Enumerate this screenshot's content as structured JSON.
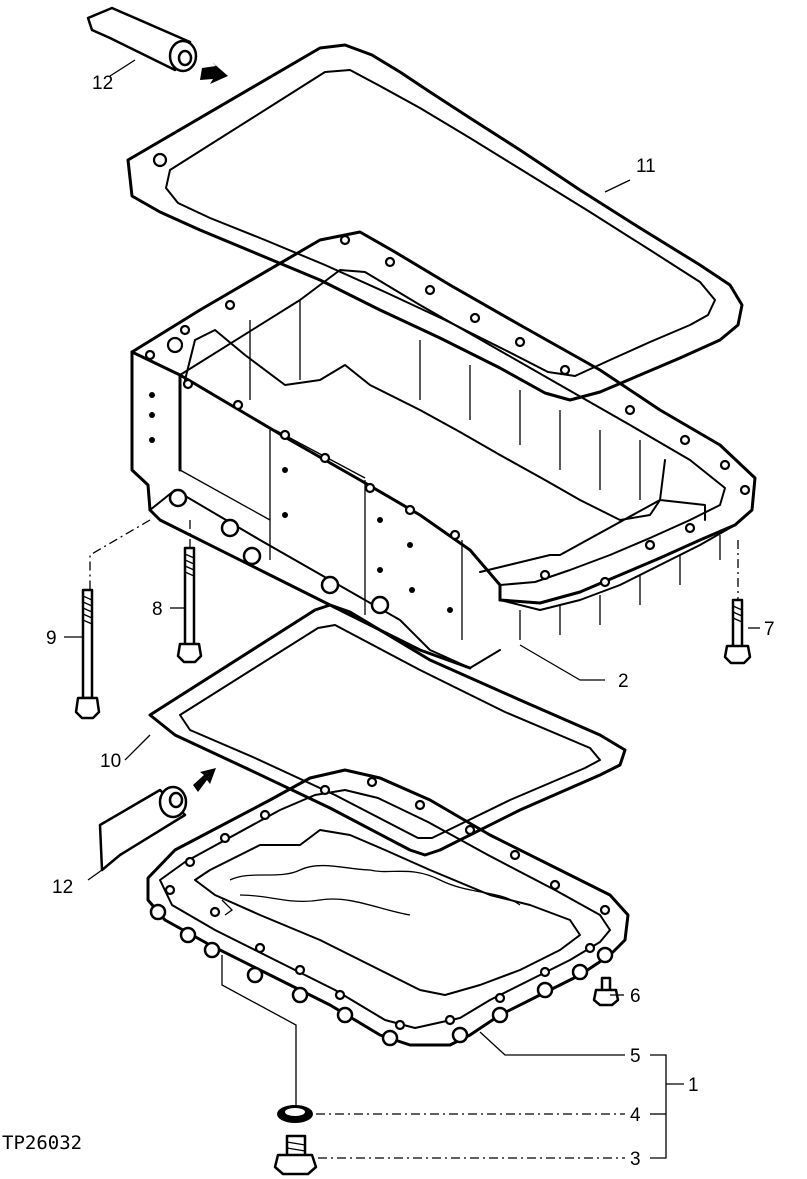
{
  "figure_code": "TP26032",
  "callouts": {
    "c1": "1",
    "c2": "2",
    "c3": "3",
    "c4": "4",
    "c5": "5",
    "c6": "6",
    "c7": "7",
    "c8": "8",
    "c9": "9",
    "c10": "10",
    "c11": "11",
    "c12_top": "12",
    "c12_bottom": "12"
  }
}
